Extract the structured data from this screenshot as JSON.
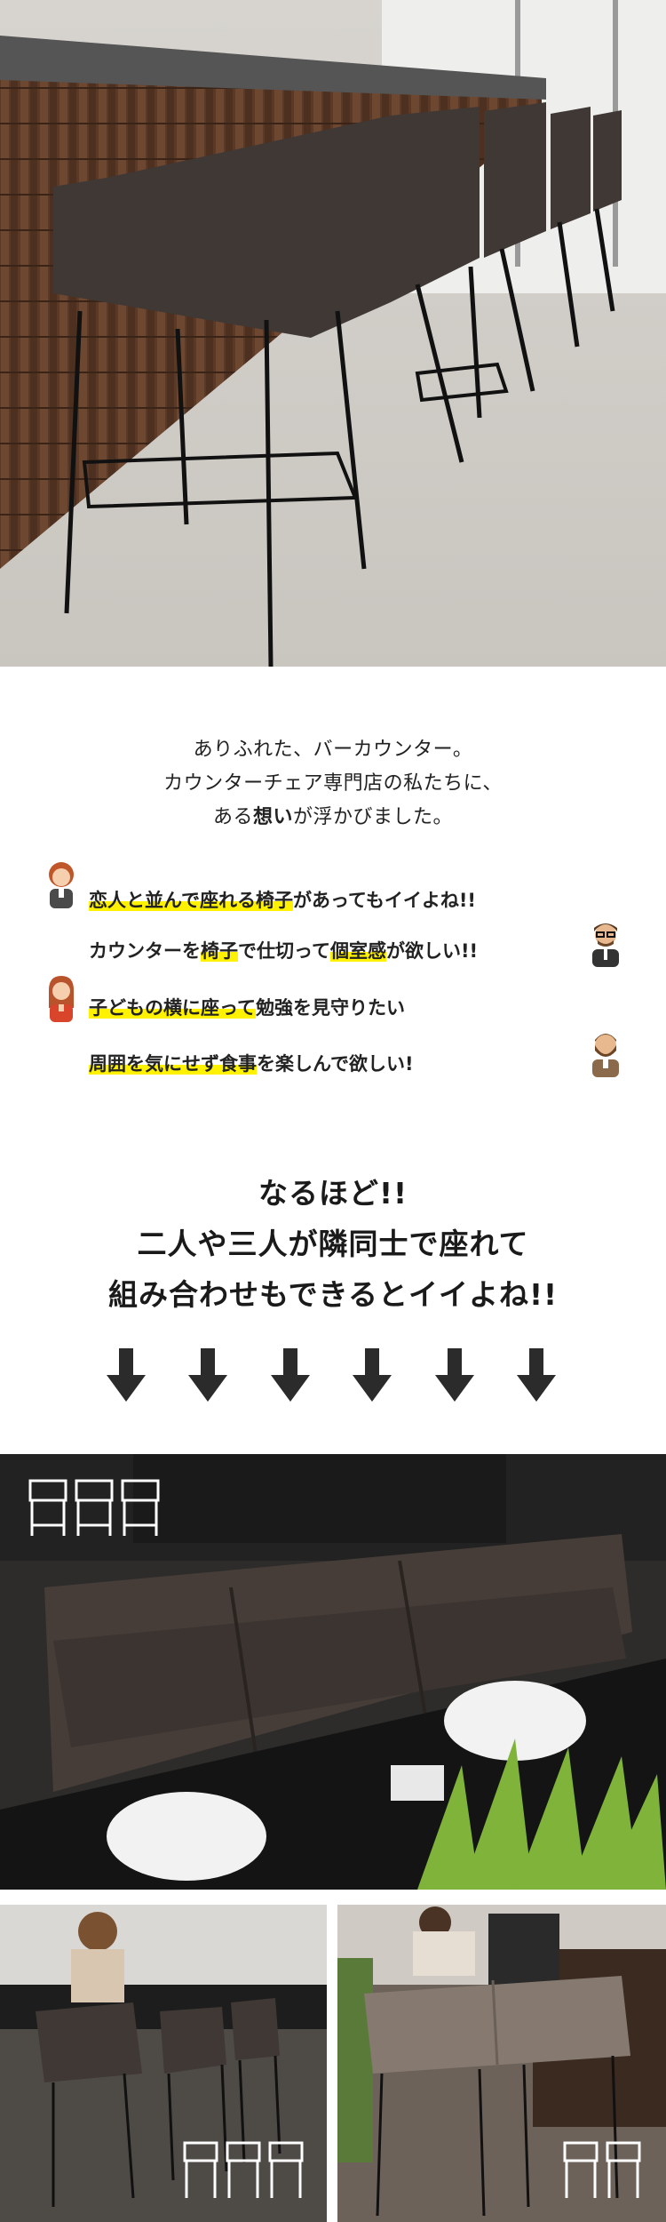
{
  "intro": {
    "line1": "ありふれた、バーカウンター。",
    "line2": "カウンターチェア専門店の私たちに、",
    "line3_pre": "ある",
    "line3_bold": "想い",
    "line3_post": "が浮かびました。"
  },
  "voices": [
    {
      "hl": "恋人と並んで座れる椅子",
      "rest": "があってもイイよね!!",
      "avatar": "woman-short-hair-icon"
    },
    {
      "pre": "カウンターを",
      "hl": "椅子",
      "mid": "で仕切って",
      "hl2": "個室感",
      "rest": "が欲しい!!",
      "avatar": "man-glasses-icon"
    },
    {
      "hl": "子どもの横に座って",
      "rest": "勉強を見守りたい",
      "avatar": "woman-long-hair-icon"
    },
    {
      "hl": "周囲を気にせず食事",
      "rest": "を楽しんで欲しい!",
      "avatar": "man-beard-icon"
    }
  ],
  "headline": {
    "line1": "なるほど!!",
    "line2": "二人や三人が隣同士で座れて",
    "line3": "組み合わせもできるとイイよね!!"
  },
  "arrows": [
    "arrow-down-icon",
    "arrow-down-icon",
    "arrow-down-icon",
    "arrow-down-icon",
    "arrow-down-icon",
    "arrow-down-icon"
  ],
  "colors": {
    "highlight": "#fff200",
    "fabric": "#4a423d",
    "metal": "#1b1b1b"
  }
}
